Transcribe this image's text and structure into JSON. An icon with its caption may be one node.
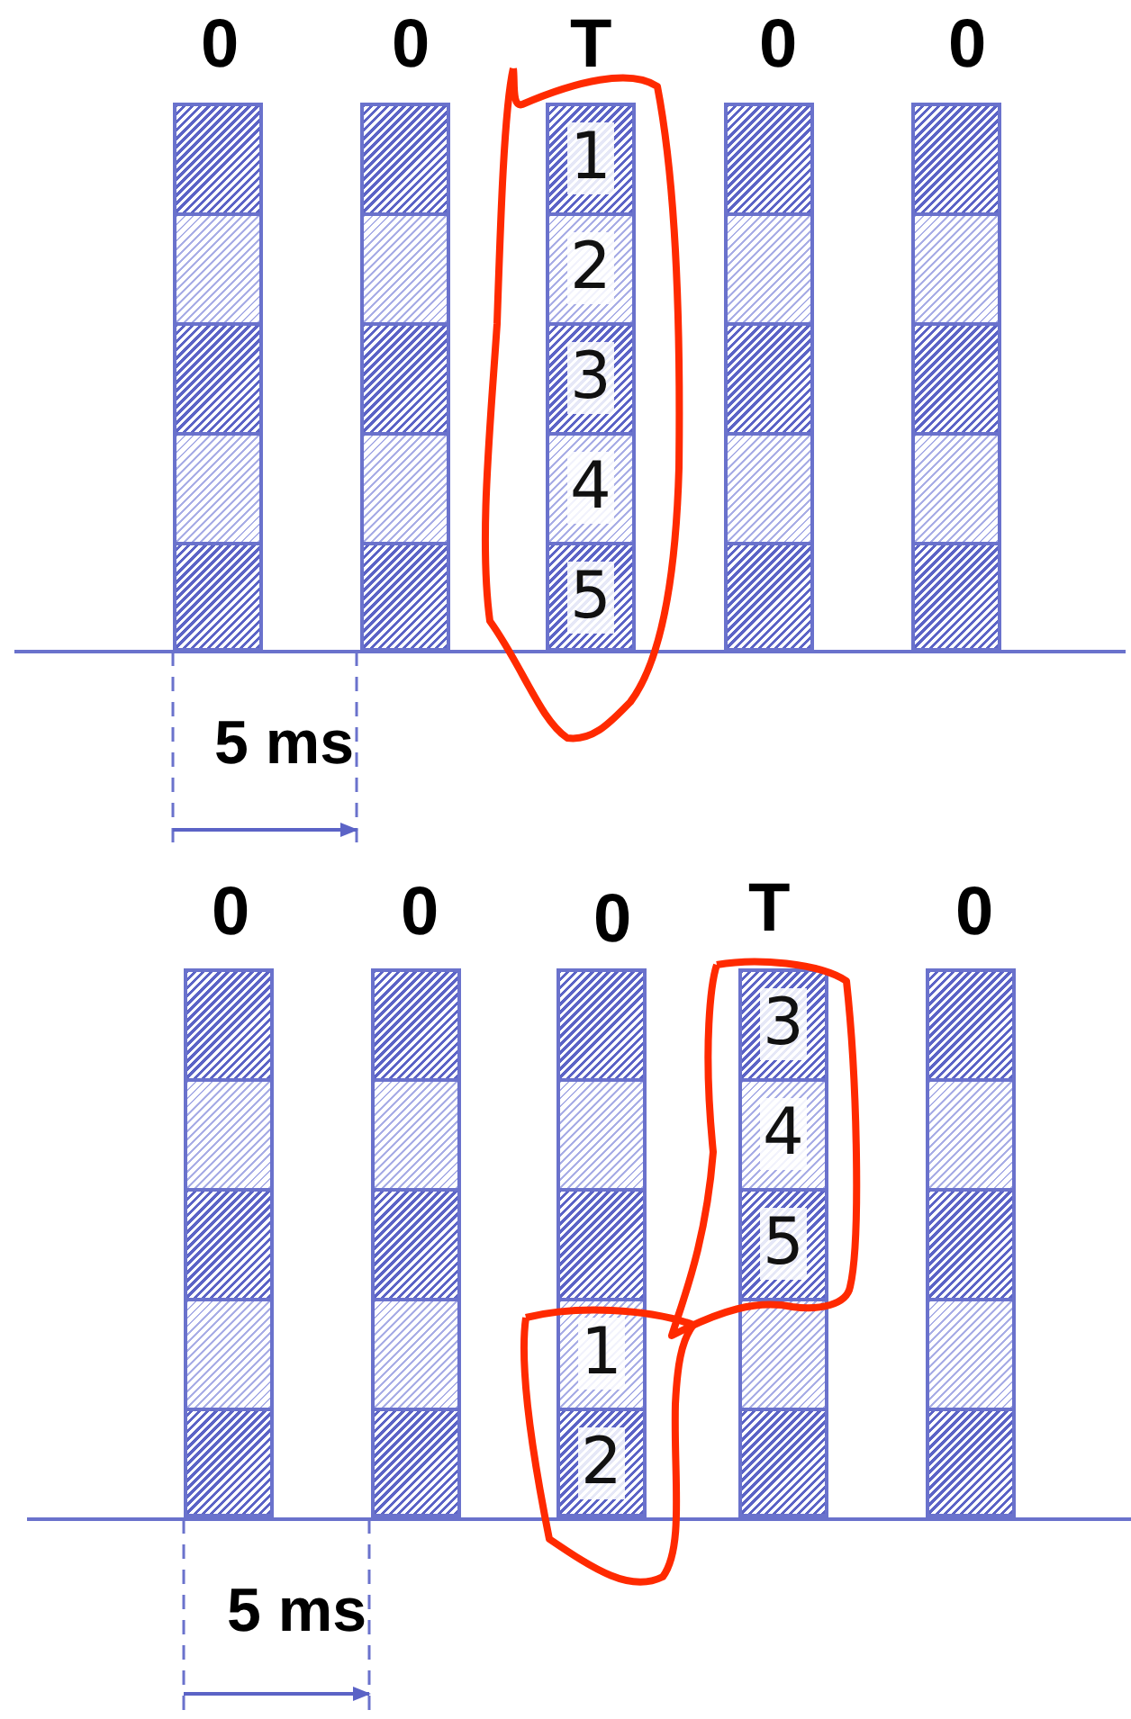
{
  "diagram": {
    "nodes": [
      {
        "text": [],
        "shape": "box"
      },
      {
        "text": [],
        "shape": "box"
      },
      {
        "text": [],
        "shape": "box"
      },
      {
        "text": [],
        "shape": "box"
      },
      {
        "text": [],
        "shape": "box"
      },
      {
        "text": [],
        "shape": "box"
      },
      {
        "text": [],
        "shape": "box"
      },
      {
        "text": [],
        "shape": "box"
      },
      {
        "text": [],
        "shape": "box"
      },
      {
        "text": [],
        "shape": "box"
      },
      {
        "text": [
          "1"
        ]
      },
      {
        "text": [
          "2"
        ]
      },
      {
        "text": [
          "3"
        ]
      },
      {
        "text": [
          "4"
        ]
      },
      {
        "text": [
          "5"
        ]
      },
      {
        "text": [],
        "shape": "box"
      },
      {
        "text": [],
        "shape": "box"
      },
      {
        "text": [],
        "shape": "box"
      },
      {
        "text": [],
        "shape": "box"
      },
      {
        "text": [],
        "shape": "box"
      },
      {
        "text": [],
        "shape": "box"
      },
      {
        "text": [],
        "shape": "box"
      },
      {
        "text": [],
        "shape": "box"
      },
      {
        "text": [],
        "shape": "box"
      },
      {
        "text": [],
        "shape": "box"
      },
      {
        "text": [],
        "shape": "box"
      },
      {
        "text": [],
        "shape": "box"
      },
      {
        "text": [],
        "shape": "box"
      },
      {
        "text": [],
        "shape": "box"
      },
      {
        "text": [],
        "shape": "box"
      },
      {
        "text": [],
        "shape": "box"
      },
      {
        "text": [],
        "shape": "box"
      },
      {
        "text": [],
        "shape": "box"
      },
      {
        "text": [],
        "shape": "box"
      },
      {
        "text": [],
        "shape": "box"
      },
      {
        "text": [],
        "shape": "box"
      },
      {
        "text": [],
        "shape": "box"
      },
      {
        "text": [],
        "shape": "box"
      },
      {
        "text": [
          "1"
        ]
      },
      {
        "text": [
          "2"
        ]
      },
      {
        "text": [
          "3"
        ]
      },
      {
        "text": [
          "4"
        ]
      },
      {
        "text": [
          "5"
        ]
      },
      {
        "text": [],
        "shape": "box"
      },
      {
        "text": [],
        "shape": "box"
      },
      {
        "text": [],
        "shape": "box"
      },
      {
        "text": [],
        "shape": "box"
      },
      {
        "text": [],
        "shape": "box"
      },
      {
        "text": [],
        "shape": "box"
      },
      {
        "text": [],
        "shape": "box"
      }
    ],
    "edges": [],
    "labels": [
      "0",
      "0",
      "T",
      "0",
      "0",
      "5 ms",
      "0",
      "0",
      "0",
      "T",
      "0",
      "5 ms"
    ]
  }
}
